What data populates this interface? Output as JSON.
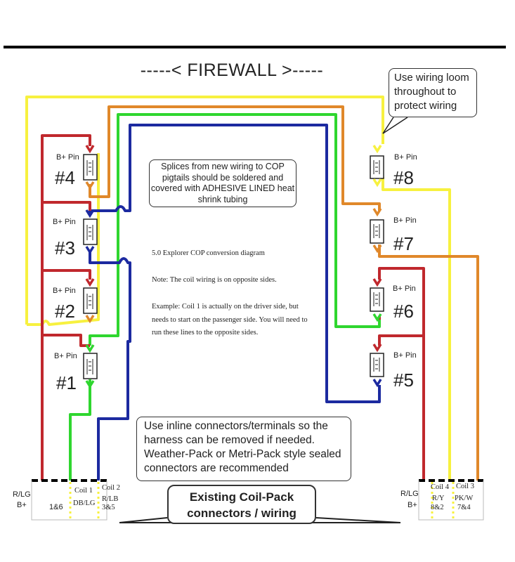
{
  "firewall_title": "-----< FIREWALL >-----",
  "callouts": {
    "loom": "Use wiring loom throughout to protect wiring",
    "splice": "Splices from new wiring to COP pigtails should be soldered and covered with ADHESIVE LINED heat shrink tubing",
    "inline": "Use inline connectors/terminals so the harness can be removed if needed. Weather-Pack or Metri-Pack style sealed connectors are recommended",
    "existing": "Existing Coil-Pack connectors / wiring"
  },
  "notes": {
    "title": "5.0 Explorer COP conversion diagram",
    "note": "Note: The coil wiring is on opposite sides.",
    "example": "Example: Coil 1 is actually on the driver side, but needs to start on the passenger side. You will need to run these lines to the opposite sides."
  },
  "coils": [
    {
      "id": "#1",
      "pin": "B+ Pin"
    },
    {
      "id": "#2",
      "pin": "B+ Pin"
    },
    {
      "id": "#3",
      "pin": "B+ Pin"
    },
    {
      "id": "#4",
      "pin": "B+ Pin"
    },
    {
      "id": "#5",
      "pin": "B+ Pin"
    },
    {
      "id": "#6",
      "pin": "B+ Pin"
    },
    {
      "id": "#7",
      "pin": "B+ Pin"
    },
    {
      "id": "#8",
      "pin": "B+ Pin"
    }
  ],
  "connectors": {
    "left": {
      "b_plus_color": "R/LG",
      "b_plus_label": "B+",
      "b_plus_cyl": "1&6",
      "coil1_title": "Coil 1",
      "coil1_color": "DB/LG",
      "coil2_title": "Coil 2",
      "coil2_color": "R/LB",
      "coil2_cyl": "3&5"
    },
    "right": {
      "b_plus_color": "R/LG",
      "b_plus_label": "B+",
      "coil4_title": "Coil 4",
      "coil4_color": "R/Y",
      "coil4_cyl": "8&2",
      "coil3_title": "Coil 3",
      "coil3_color": "PK/W",
      "coil3_cyl": "7&4"
    }
  },
  "wire_colors": {
    "red": "#c0282d",
    "yellow": "#f7f13f",
    "orange": "#e0882a",
    "green": "#2fd62f",
    "blue": "#1c2aa0"
  }
}
